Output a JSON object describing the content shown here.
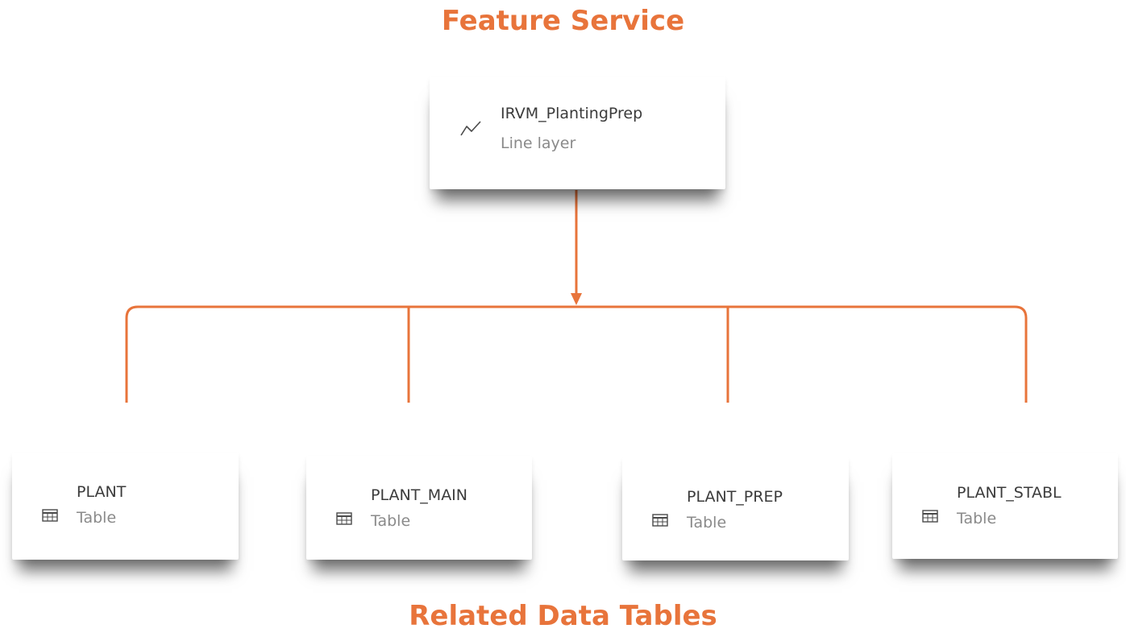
{
  "diagram": {
    "title_top": "Feature Service",
    "title_bottom": "Related Data Tables",
    "accent_color": "#E8743B",
    "source": {
      "name": "IRVM_PlantingPrep",
      "type": "Line layer",
      "icon": "line-layer-icon"
    },
    "tables": [
      {
        "name": "PLANT",
        "type": "Table",
        "icon": "table-icon"
      },
      {
        "name": "PLANT_MAIN",
        "type": "Table",
        "icon": "table-icon"
      },
      {
        "name": "PLANT_PREP",
        "type": "Table",
        "icon": "table-icon"
      },
      {
        "name": "PLANT_STABL",
        "type": "Table",
        "icon": "table-icon"
      }
    ]
  }
}
